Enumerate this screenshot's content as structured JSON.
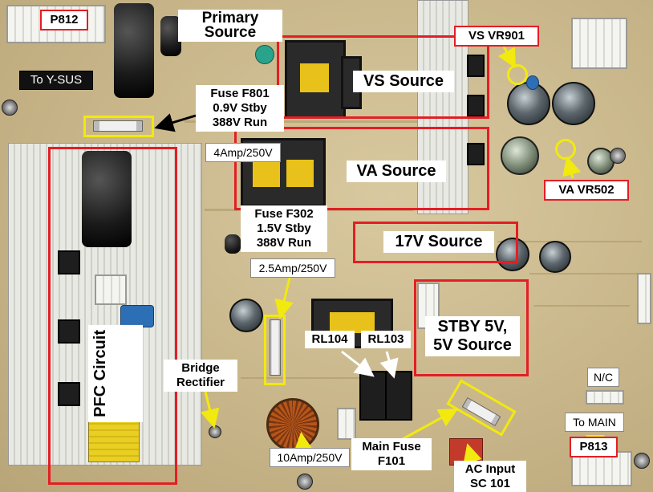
{
  "image": {
    "background": "#c8b68a",
    "annotation_red": "#e31e24",
    "annotation_yellow": "#f2e90f"
  },
  "labels": {
    "p812": "P812",
    "to_ysus": "To Y-SUS",
    "primary_source_line1": "Primary",
    "primary_source_line2": "Source",
    "fuse_f801_line1": "Fuse F801",
    "fuse_f801_line2": "0.9V Stby",
    "fuse_f801_line3": "388V Run",
    "vs_vr901": "VS VR901",
    "vs_source": "VS Source",
    "f801_rating": "4Amp/250V",
    "va_source": "VA Source",
    "va_vr502": "VA VR502",
    "fuse_f302_line1": "Fuse F302",
    "fuse_f302_line2": "1.5V Stby",
    "fuse_f302_line3": "388V Run",
    "v17_source": "17V Source",
    "f302_rating": "2.5Amp/250V",
    "pfc_circuit_line1": "PFC",
    "pfc_circuit_line2": "Circuit",
    "stby_line1": "STBY 5V,",
    "stby_line2": "5V Source",
    "rl104": "RL104",
    "rl103": "RL103",
    "bridge_line1": "Bridge",
    "bridge_line2": "Rectifier",
    "nc": "N/C",
    "to_main": "To MAIN",
    "p813": "P813",
    "f101_rating": "10Amp/250V",
    "main_fuse_line1": "Main Fuse",
    "main_fuse_line2": "F101",
    "ac_input_line1": "AC Input",
    "ac_input_line2": "SC 101"
  }
}
